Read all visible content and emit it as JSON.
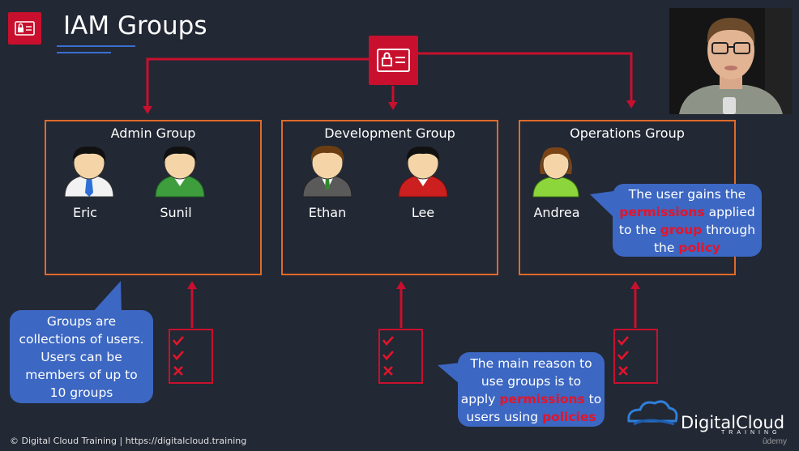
{
  "slide": {
    "title": "IAM Groups",
    "groups": [
      {
        "label": "Admin Group",
        "users": [
          "Eric",
          "Sunil"
        ]
      },
      {
        "label": "Development Group",
        "users": [
          "Ethan",
          "Lee"
        ]
      },
      {
        "label": "Operations Group",
        "users": [
          "Andrea"
        ]
      }
    ],
    "callouts": {
      "groups_note": {
        "lines": [
          "Groups are",
          "collections of users.",
          "Users can be",
          "members of up to",
          "10 groups"
        ]
      },
      "user_gains": {
        "line1": "The user gains the",
        "w_permissions": "permissions",
        "w_applied": " applied",
        "w_to_the": "to the ",
        "w_group": "group",
        "w_through": " through",
        "w_the": "the ",
        "w_policy": "policy"
      },
      "main_reason": {
        "line1": "The main reason to",
        "line2": "use groups is to",
        "w_apply": "apply ",
        "w_permissions": "permissions",
        "w_to": " to",
        "w_users_using": "users using ",
        "w_policies": "policies"
      }
    },
    "footer": "© Digital Cloud Training  |  https://digitalcloud.training",
    "brand": {
      "name": "DigitalCloud",
      "sub": "TRAINING",
      "udemy": "ûdemy"
    },
    "colors": {
      "background": "#222834",
      "group_border": "#e06a2b",
      "arrow": "#c8102e",
      "callout": "#3c67c2",
      "highlight": "#e3152b"
    }
  }
}
